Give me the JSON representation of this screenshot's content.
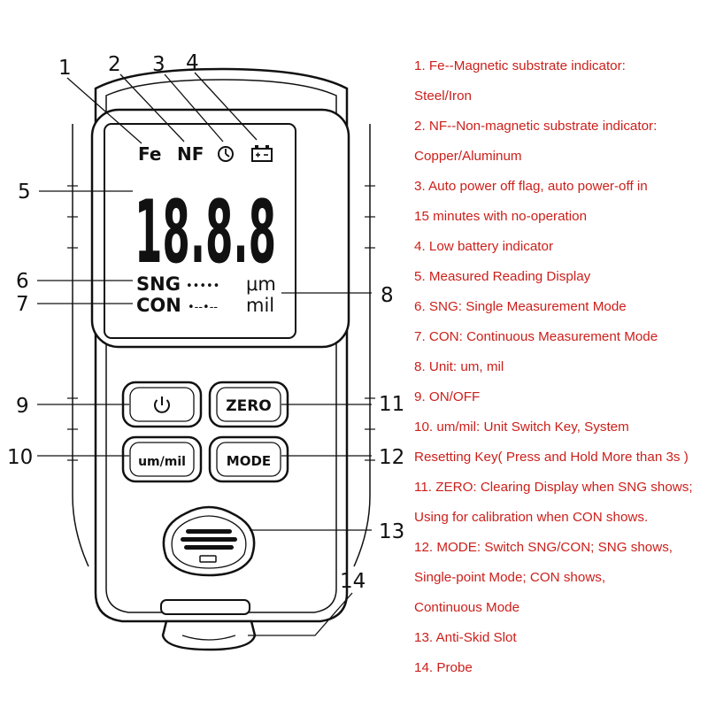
{
  "callout_numbers": [
    "1",
    "2",
    "3",
    "4",
    "5",
    "6",
    "7",
    "8",
    "9",
    "10",
    "11",
    "12",
    "13",
    "14"
  ],
  "lcd": {
    "fe": "Fe",
    "nf": "NF",
    "clock_icon": "clock-icon",
    "battery_icon": "battery-icon",
    "reading": "18.8.8",
    "sng": "SNG",
    "sng_dots": "•••••",
    "con": "CON",
    "con_dots": "•--•--",
    "unit_um": "μm",
    "unit_mil": "mil"
  },
  "buttons": {
    "power_icon": "power-icon",
    "zero": "ZERO",
    "um_mil": "um/mil",
    "mode": "MODE"
  },
  "description_lines": [
    "1. Fe--Magnetic substrate indicator:",
    "Steel/Iron",
    "2. NF--Non-magnetic substrate indicator:",
    "Copper/Aluminum",
    "3. Auto power off flag, auto power-off in",
    "15 minutes with no-operation",
    "4. Low battery indicator",
    "5. Measured Reading Display",
    "6. SNG: Single Measurement Mode",
    "7. CON: Continuous Measurement Mode",
    "8. Unit: um, mil",
    "9. ON/OFF",
    "10. um/mil: Unit Switch Key, System",
    "Resetting Key( Press and Hold More than 3s )",
    "11. ZERO: Clearing Display when SNG shows;",
    "Using for calibration when CON shows.",
    "12. MODE: Switch SNG/CON; SNG shows,",
    "Single-point Mode; CON shows,",
    "Continuous Mode",
    "13. Anti-Skid Slot",
    "14. Probe"
  ],
  "colors": {
    "text_red": "#cc1f1a",
    "line": "#111111",
    "lcd_bg": "#ffffff"
  }
}
